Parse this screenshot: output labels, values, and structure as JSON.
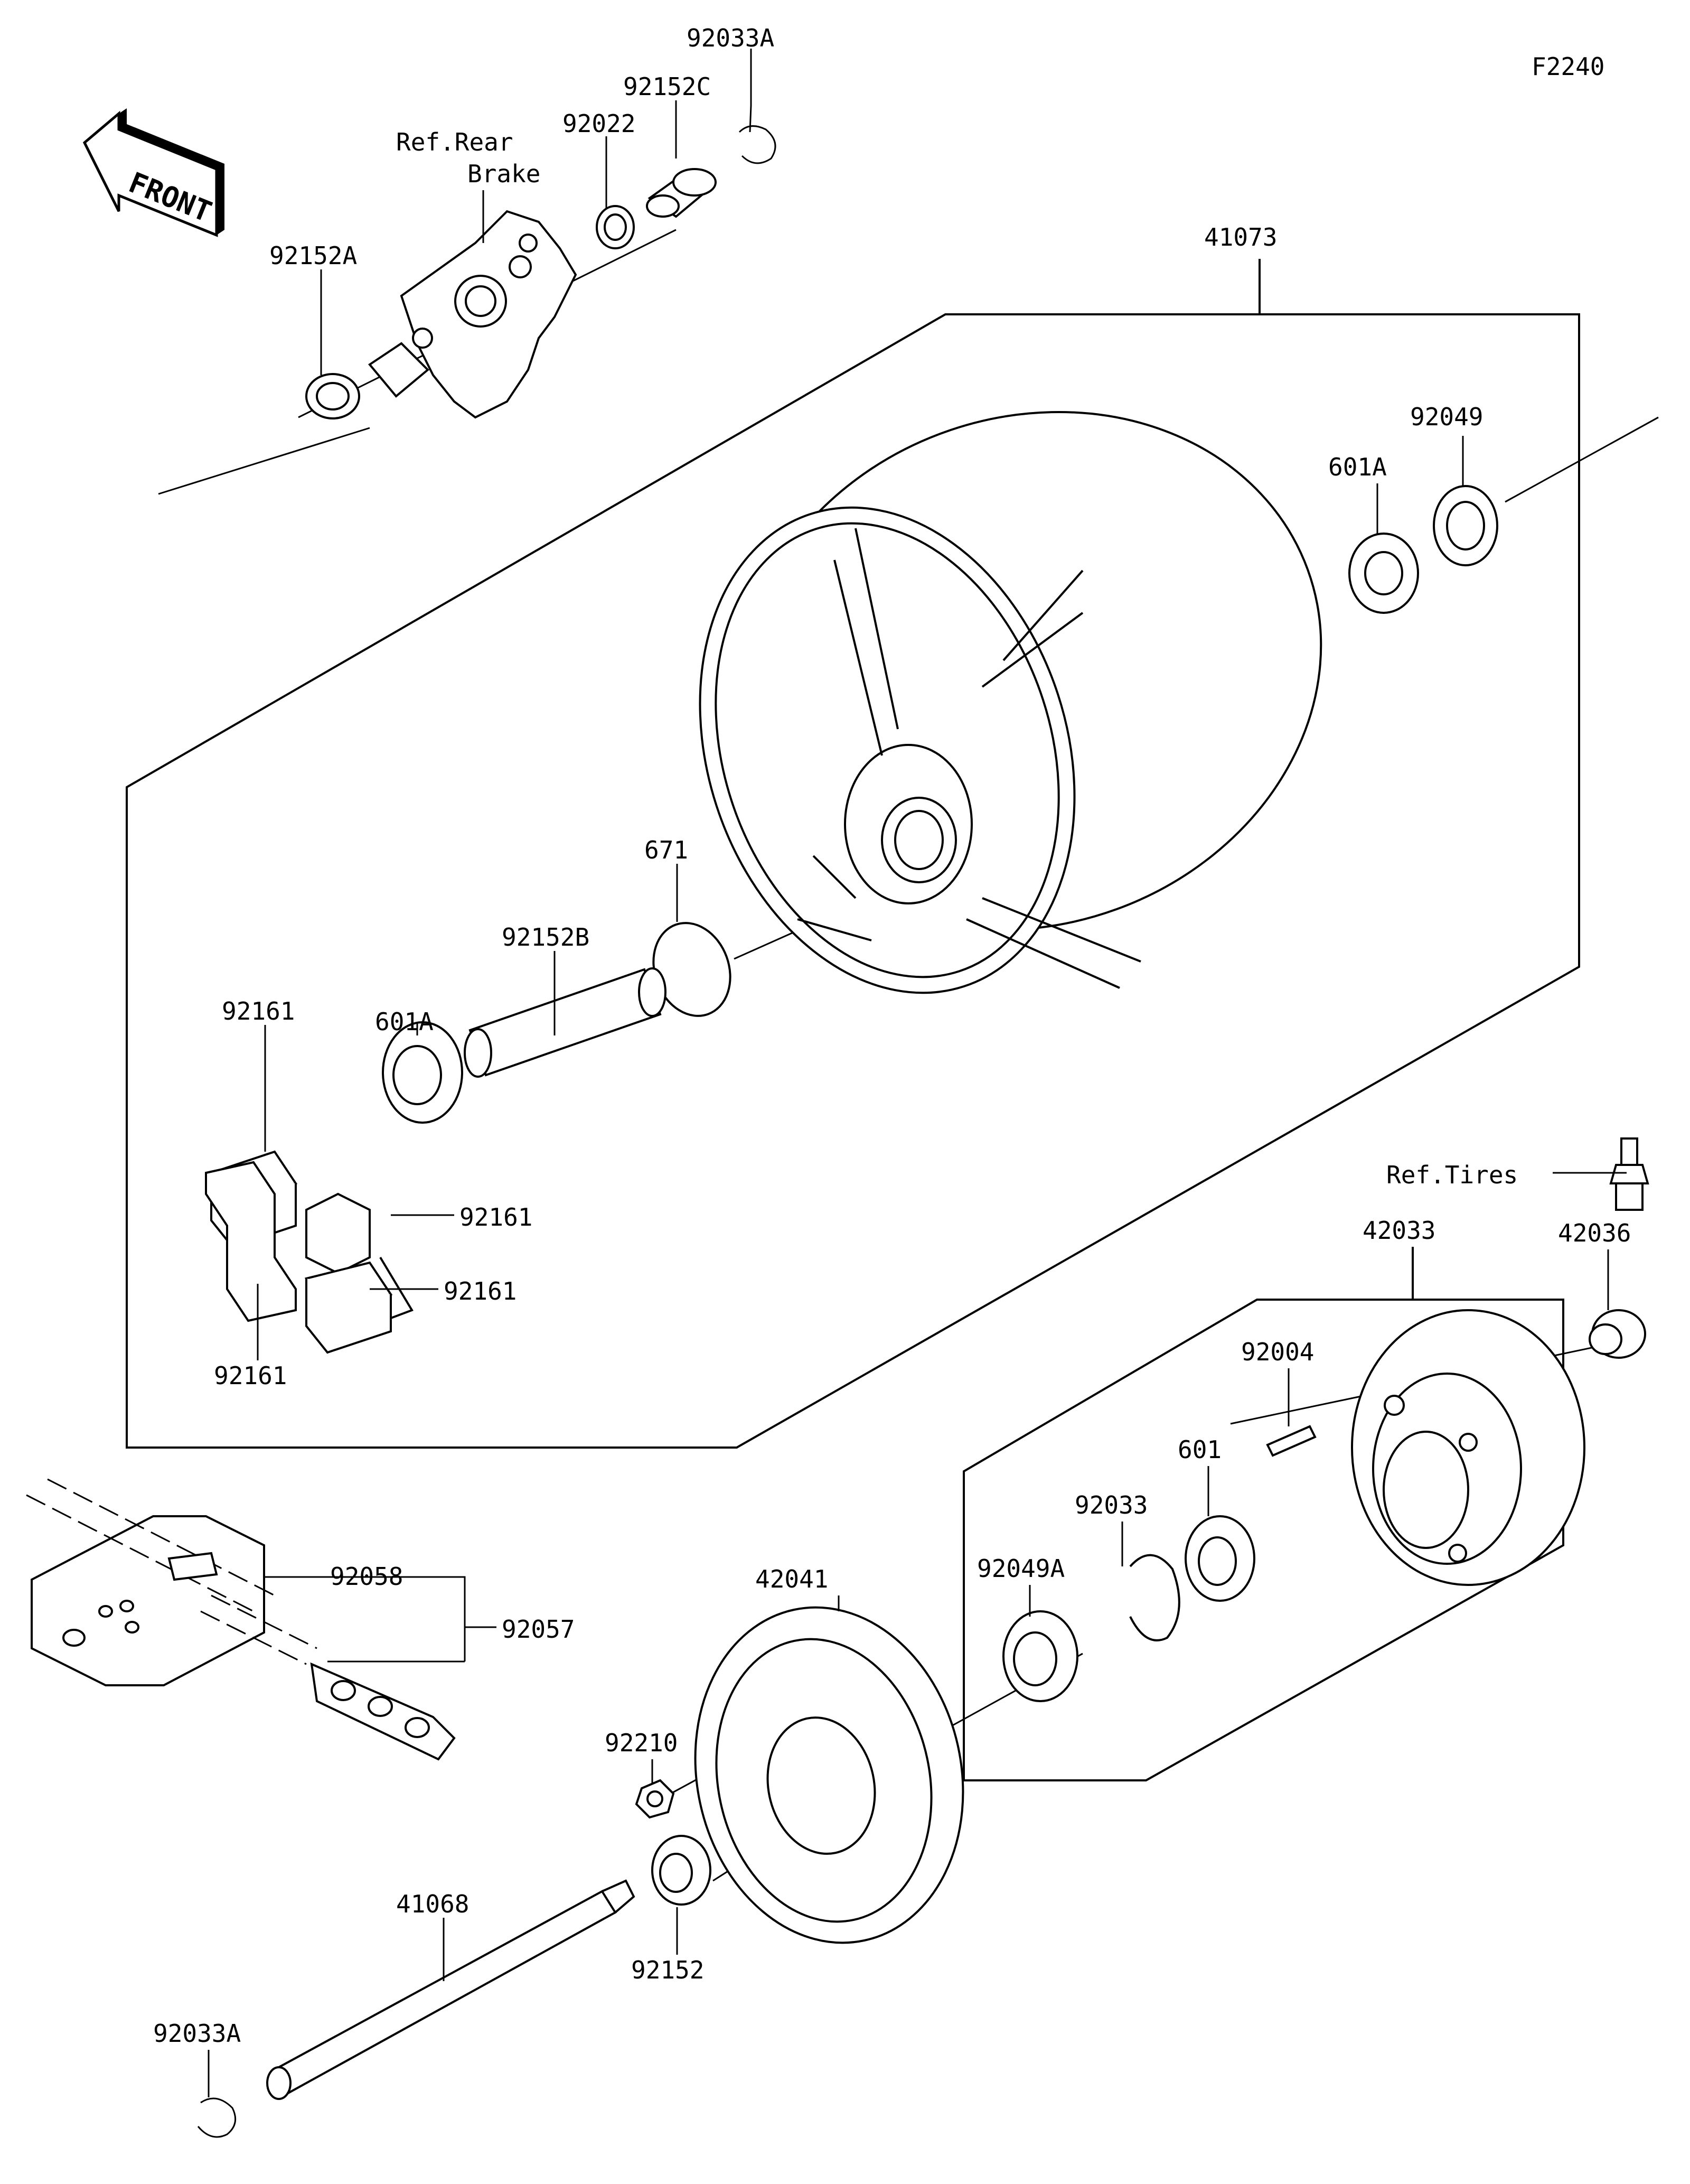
{
  "diagram_code": "F2240",
  "front_label": "FRONT",
  "labels": {
    "p92033A_top": "92033A",
    "p92152C": "92152C",
    "p92022": "92022",
    "ref_rear": "Ref.Rear",
    "ref_brake": "Brake",
    "p92152A": "92152A",
    "p41073": "41073",
    "p92049": "92049",
    "p601A_right": "601A",
    "p671": "671",
    "p92152B": "92152B",
    "p92161_top": "92161",
    "p601A_left": "601A",
    "p92161_mid": "92161",
    "p92161_low": "92161",
    "p92161_bottom": "92161",
    "ref_tires": "Ref.Tires",
    "p42033": "42033",
    "p42036": "42036",
    "p92004": "92004",
    "p601": "601",
    "p92033": "92033",
    "p92049A": "92049A",
    "p42041": "42041",
    "p92058": "92058",
    "p92057": "92057",
    "p92210": "92210",
    "p41068": "41068",
    "p92152": "92152",
    "p92033A_bottom": "92033A"
  }
}
